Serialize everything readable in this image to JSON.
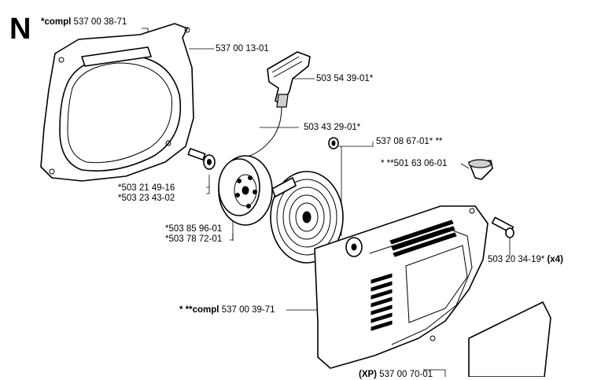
{
  "section_letter": "N",
  "labels": {
    "housing_compl": {
      "prefix": "*compl",
      "number": "537 00 38-71"
    },
    "housing": {
      "text": "537 00 13-01"
    },
    "handle": {
      "text": "503 54 39-01*"
    },
    "cord": {
      "text": "503 43 29-01*"
    },
    "screw_small": {
      "text": "537 08 67-01* **"
    },
    "plug": {
      "text": "* **501 63 06-01"
    },
    "washer_a": {
      "text": "*503 21 49-16"
    },
    "washer_b": {
      "text": "*503 23 43-02"
    },
    "pulley_a": {
      "text": "*503 85 96-01"
    },
    "pulley_b": {
      "text": "*503 78 72-01"
    },
    "bolt": {
      "number": "503 20 34-19*",
      "qty": "(x4)"
    },
    "cover_compl": {
      "prefix": "* **compl",
      "number": "537 00 39-71"
    },
    "bottom_partial": {
      "prefix": "(XP)",
      "number": "537 00 70-01"
    }
  }
}
